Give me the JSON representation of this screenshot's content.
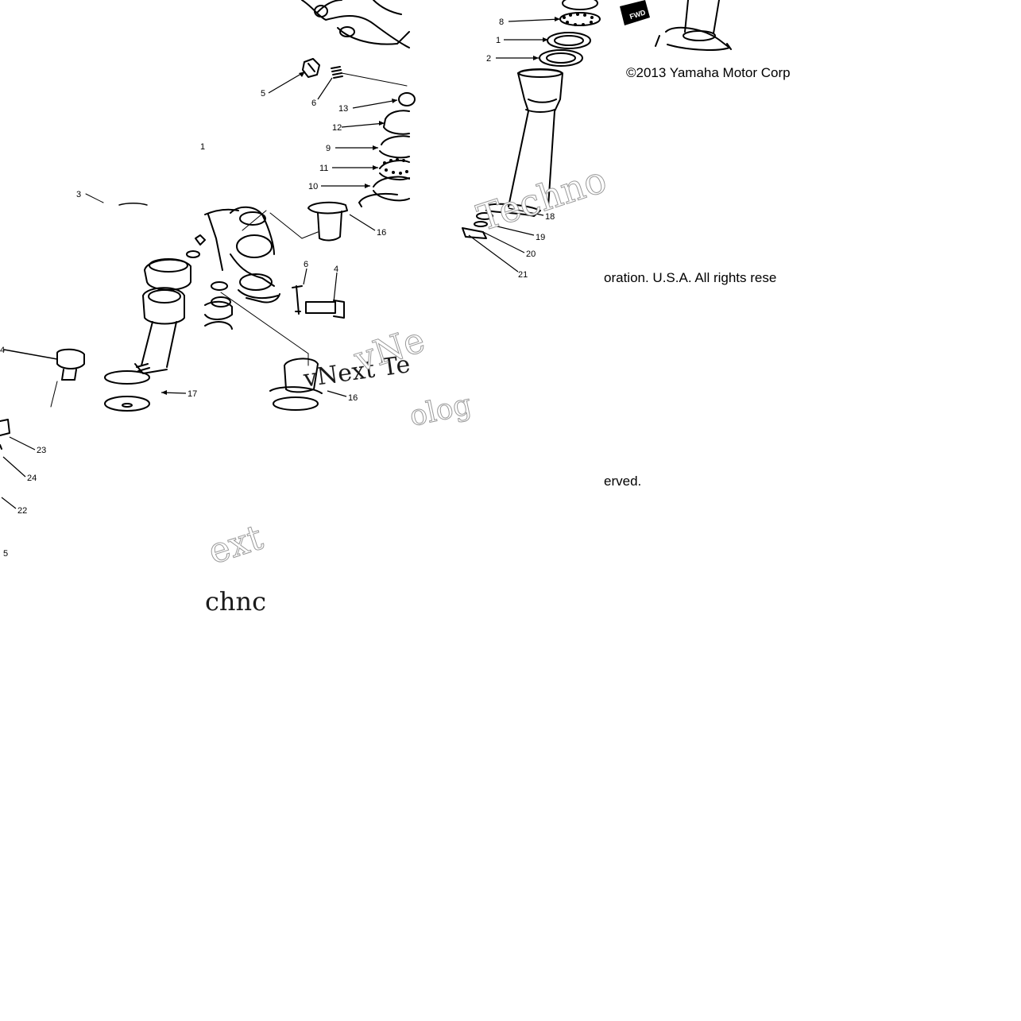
{
  "copyright": {
    "line1": "©2013 Yamaha Motor Corp",
    "line2": "oration. U.S.A. All rights rese",
    "line3": "erved."
  },
  "watermark": {
    "fragment_a": "Techno",
    "fragment_b": "vNext Te",
    "fragment_c": "ext",
    "fragment_d": "chnc",
    "fragment_e": "vNe",
    "fragment_f": "olog"
  },
  "direction_badge": {
    "label": "FWD"
  },
  "callouts": {
    "c1": "8",
    "c2": "1",
    "c3": "2",
    "c4": "5",
    "c5": "6",
    "c6": "13",
    "c7": "12",
    "c8": "9",
    "c9": "11",
    "c10": "10",
    "c11": "16",
    "c12": "1",
    "c13": "3",
    "c14": "6",
    "c15": "4",
    "c16": "4",
    "c17": "17",
    "c18": "16",
    "c19": "18",
    "c20": "19",
    "c21": "20",
    "c22": "21",
    "c23": "23",
    "c24": "24",
    "c25": "22",
    "c26": "5"
  }
}
